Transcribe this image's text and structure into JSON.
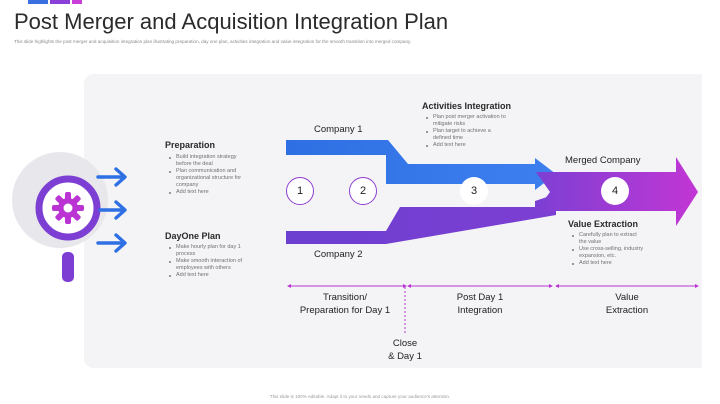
{
  "header": {
    "title": "Post Merger and Acquisition Integration Plan",
    "subtitle": "This slide highlights the post merger and acquisition integration plan illustrating preparation, day one plan, activities integration and value integration for the smooth transition into merged company."
  },
  "preparation": {
    "heading": "Preparation",
    "bullets": [
      "Build integration strategy\nbefore the deal",
      "Plan communication and\norganizational structure for\ncompany",
      "Add text here"
    ]
  },
  "dayone": {
    "heading": "DayOne Plan",
    "bullets": [
      "Make hourly plan for day 1\nprocess",
      "Make smooth interaction of\nemployees with others",
      "Add text here"
    ]
  },
  "activities": {
    "heading": "Activities Integration",
    "bullets": [
      "Plan post merger activation to\nmitigate risks",
      "Plan target to achieve a\ndefined time",
      "Add text here"
    ]
  },
  "value": {
    "heading": "Value Extraction",
    "bullets": [
      "Carefully plan to extract\nthe value",
      "Use cross-selling, industry\nexpansion, etc.",
      "Add text here"
    ]
  },
  "company1": "Company 1",
  "company2": "Company 2",
  "merged": "Merged Company",
  "steps": [
    "1",
    "2",
    "3",
    "4"
  ],
  "phases": {
    "transition": "Transition/\nPreparation for Day 1",
    "postday": "Post Day 1\nIntegration",
    "value": "Value\nExtraction",
    "close": "Close\n& Day 1"
  },
  "footer": "This slide is 100% editable. Adapt it to your needs and capture your audience's attention.",
  "colors": {
    "blue": "#2e6fe3",
    "purple": "#7d3fd3",
    "magenta": "#b934d2"
  },
  "icons": [
    "magnifier-gear-icon",
    "arrow-right-icon"
  ]
}
